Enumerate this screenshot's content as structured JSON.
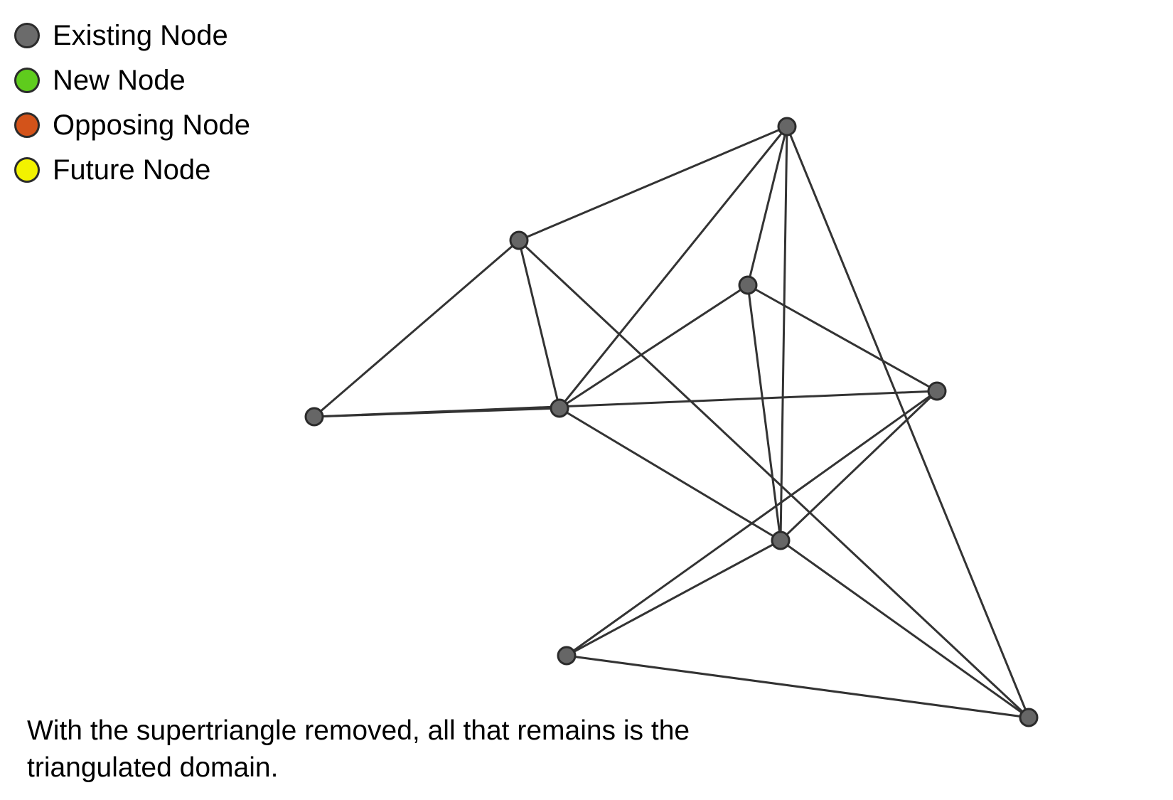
{
  "legend": {
    "items": [
      {
        "label": "Existing Node",
        "color": "#6b6b6b"
      },
      {
        "label": "New Node",
        "color": "#5fcc1d"
      },
      {
        "label": "Opposing Node",
        "color": "#d3531a"
      },
      {
        "label": "Future Node",
        "color": "#f2f200"
      }
    ]
  },
  "diagram": {
    "node_color": "#666666",
    "edge_color": "#333333",
    "nodes": [
      {
        "id": "A",
        "kind": "Existing Node"
      },
      {
        "id": "B",
        "kind": "Existing Node"
      },
      {
        "id": "C",
        "kind": "Existing Node"
      },
      {
        "id": "D",
        "kind": "Existing Node"
      },
      {
        "id": "E",
        "kind": "Existing Node"
      },
      {
        "id": "F",
        "kind": "Existing Node"
      },
      {
        "id": "G",
        "kind": "Existing Node"
      },
      {
        "id": "H",
        "kind": "Existing Node"
      },
      {
        "id": "I",
        "kind": "Existing Node"
      }
    ],
    "edges": [
      [
        "B",
        "A"
      ],
      [
        "B",
        "C"
      ],
      [
        "B",
        "G"
      ],
      [
        "B",
        "E"
      ],
      [
        "A",
        "C"
      ],
      [
        "A",
        "F"
      ],
      [
        "C",
        "E"
      ],
      [
        "C",
        "D"
      ],
      [
        "C",
        "H"
      ],
      [
        "E",
        "D"
      ],
      [
        "E",
        "G"
      ],
      [
        "E",
        "H"
      ],
      [
        "D",
        "F"
      ],
      [
        "D",
        "H"
      ],
      [
        "F",
        "H"
      ],
      [
        "F",
        "I"
      ],
      [
        "H",
        "G"
      ],
      [
        "H",
        "I"
      ],
      [
        "G",
        "I"
      ]
    ]
  },
  "caption": {
    "line1": "With the supertriangle removed, all that remains is the",
    "line2": "triangulated domain."
  }
}
